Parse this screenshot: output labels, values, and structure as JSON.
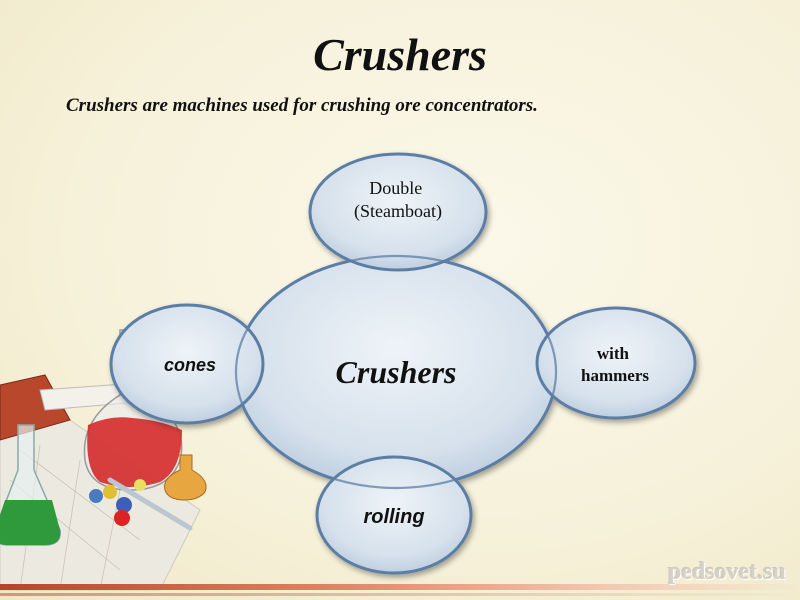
{
  "title": "Crushers",
  "subtitle": "Crushers are machines used for crushing ore concentrators.",
  "diagram": {
    "center": "Crushers",
    "top": [
      "Double",
      "(Steamboat)"
    ],
    "left": "cones",
    "right": [
      "with",
      "hammers"
    ],
    "bottom": "rolling"
  },
  "watermark": "pedsovet.su",
  "colors": {
    "ellipse_fill": "#d9e4ee",
    "ellipse_stroke": "#5c7ea5"
  }
}
